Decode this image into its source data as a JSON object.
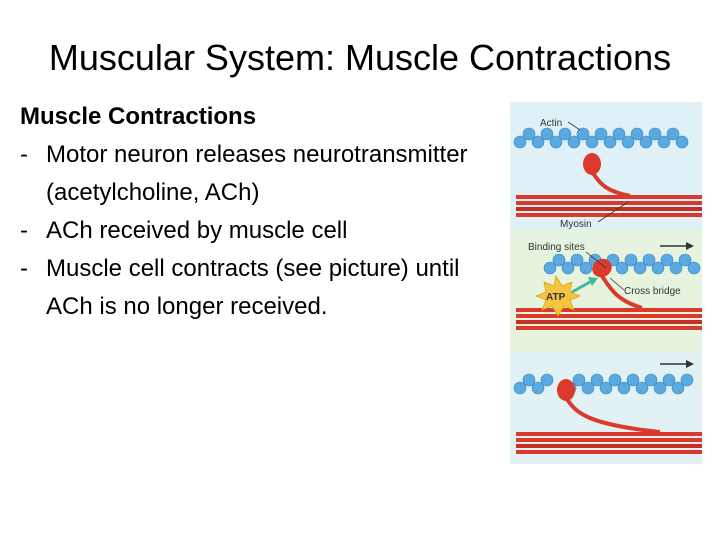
{
  "slide": {
    "title": "Muscular System: Muscle Contractions",
    "heading": "Muscle Contractions",
    "bullets": [
      "Motor neuron releases neurotransmitter (acetylcholine, ACh)",
      "ACh received by muscle cell",
      "Muscle cell contracts (see picture) until ACh is no longer received."
    ],
    "bullet_marker": "-"
  },
  "figure": {
    "labels": {
      "actin": "Actin",
      "myosin": "Myosin",
      "binding_sites": "Binding sites",
      "atp": "ATP",
      "cross_bridge": "Cross bridge"
    },
    "colors": {
      "actin_bead": "#5aa9e0",
      "myosin_filament": "#d93a2b",
      "panel_top": "#dff1f7",
      "panel_middle": "#e6f3de",
      "panel_bottom": "#e2f2f4",
      "atp_fill": "#f5c542",
      "arrow": "#333333",
      "atp_arrow": "#3fb89a"
    },
    "motion_arrows": [
      "right",
      "right"
    ]
  }
}
